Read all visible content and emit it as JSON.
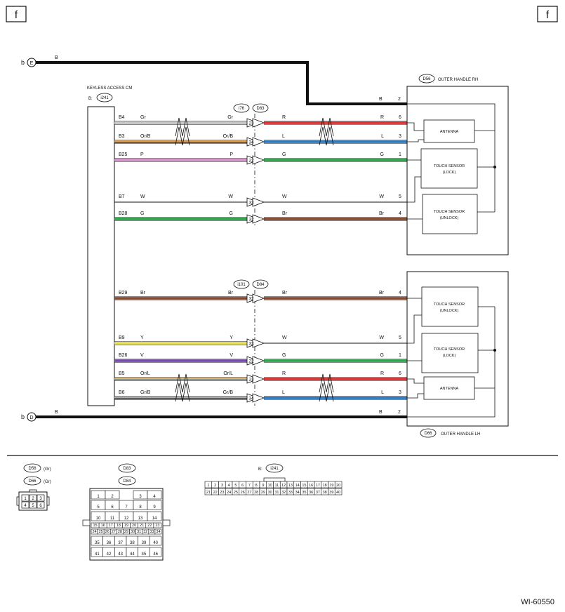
{
  "page": {
    "corner_left": "f",
    "corner_right": "f",
    "figure_id": "WI-60550"
  },
  "colors": {
    "B": "#111111",
    "Gr": "#c8c8c8",
    "Or/B": "#f0a040",
    "Or/L": "#e8b060",
    "P": "#d890c8",
    "W": "#111111",
    "G": "#28a848",
    "Br": "#8b4a2e",
    "R": "#e03030",
    "L": "#2a7cc8",
    "Y": "#e8e050",
    "V": "#7848b0",
    "Gr/B": "#aaaaaa"
  },
  "terminals": {
    "top": {
      "side": "b",
      "label": "E",
      "wire": "B"
    },
    "bottom": {
      "side": "b",
      "label": "D",
      "wire": "B"
    }
  },
  "ecu": {
    "name": "KEYLESS ACCESS CM",
    "connector_prefix": "B:",
    "connector": "i241"
  },
  "junctions": {
    "upper": [
      "i76",
      "D83"
    ],
    "lower": [
      "i101",
      "D84"
    ]
  },
  "handles": {
    "rh": {
      "connector": "D56",
      "name": "OUTER HANDLE RH",
      "ground_pin": "2",
      "ground_wire": "B",
      "components": [
        "ANTENNA",
        "TOUCH SENSOR\n(LOCK)",
        "TOUCH SENSOR\n(UNLOCK)"
      ]
    },
    "lh": {
      "connector": "D66",
      "name": "OUTER HANDLE LH",
      "ground_pin": "2",
      "ground_wire": "B",
      "components": [
        "TOUCH SENSOR\n(UNLOCK)",
        "TOUCH SENSOR\n(LOCK)",
        "ANTENNA"
      ]
    }
  },
  "circuits": [
    {
      "ecu_pin": "B4",
      "left_wire": "Gr",
      "junction_pin": "23",
      "right_wire": "R",
      "handle_pin": "6",
      "twisted": true
    },
    {
      "ecu_pin": "B3",
      "left_wire": "Or/B",
      "junction_pin": "34",
      "right_wire": "L",
      "handle_pin": "3",
      "twisted": true
    },
    {
      "ecu_pin": "B25",
      "left_wire": "P",
      "junction_pin": "22",
      "right_wire": "G",
      "handle_pin": "1",
      "twisted": false
    },
    {
      "ecu_pin": "B7",
      "left_wire": "W",
      "junction_pin": "33",
      "right_wire": "W",
      "handle_pin": "5",
      "twisted": false
    },
    {
      "ecu_pin": "B28",
      "left_wire": "G",
      "junction_pin": "32",
      "right_wire": "Br",
      "handle_pin": "4",
      "twisted": false
    },
    {
      "ecu_pin": "B29",
      "left_wire": "Br",
      "junction_pin": "32",
      "right_wire": "Br",
      "handle_pin": "4",
      "twisted": false
    },
    {
      "ecu_pin": "B9",
      "left_wire": "Y",
      "junction_pin": "33",
      "right_wire": "W",
      "handle_pin": "5",
      "twisted": false
    },
    {
      "ecu_pin": "B26",
      "left_wire": "V",
      "junction_pin": "22",
      "right_wire": "G",
      "handle_pin": "1",
      "twisted": false
    },
    {
      "ecu_pin": "B5",
      "left_wire": "Or/L",
      "junction_pin": "23",
      "right_wire": "R",
      "handle_pin": "6",
      "twisted": true
    },
    {
      "ecu_pin": "B6",
      "left_wire": "Gr/B",
      "junction_pin": "34",
      "right_wire": "L",
      "handle_pin": "3",
      "twisted": true
    }
  ],
  "connector_views": {
    "handle": {
      "labels": [
        {
          "name": "D56",
          "color": "(Gr)"
        },
        {
          "name": "D66",
          "color": "(Gr)"
        }
      ],
      "rows": [
        [
          "1",
          "2",
          "3"
        ],
        [
          "4",
          "5",
          "6"
        ]
      ]
    },
    "junction": {
      "labels": [
        "D83",
        "D84"
      ],
      "rows": [
        [
          "1",
          "2",
          "",
          "3",
          "4"
        ],
        [
          "5",
          "6",
          "7",
          "8",
          "9"
        ],
        [
          "10",
          "11",
          "12",
          "13",
          "14"
        ],
        [
          "15",
          "16",
          "17",
          "18",
          "19",
          "20",
          "21",
          "22",
          "23"
        ],
        [
          "24",
          "25",
          "26",
          "27",
          "28",
          "29",
          "30",
          "31",
          "32",
          "33",
          "34"
        ],
        [
          "35",
          "36",
          "37",
          "38",
          "39",
          "40"
        ],
        [
          "41",
          "42",
          "43",
          "44",
          "45",
          "46"
        ]
      ]
    },
    "ecu": {
      "prefix": "B:",
      "label": "i241",
      "rows": [
        [
          "1",
          "2",
          "3",
          "4",
          "5",
          "6",
          "7",
          "8",
          "9",
          "10",
          "11",
          "12",
          "13",
          "14",
          "15",
          "16",
          "17",
          "18",
          "19",
          "20"
        ],
        [
          "21",
          "22",
          "23",
          "24",
          "25",
          "26",
          "27",
          "28",
          "29",
          "30",
          "31",
          "32",
          "33",
          "34",
          "35",
          "36",
          "37",
          "38",
          "39",
          "40"
        ]
      ]
    }
  }
}
